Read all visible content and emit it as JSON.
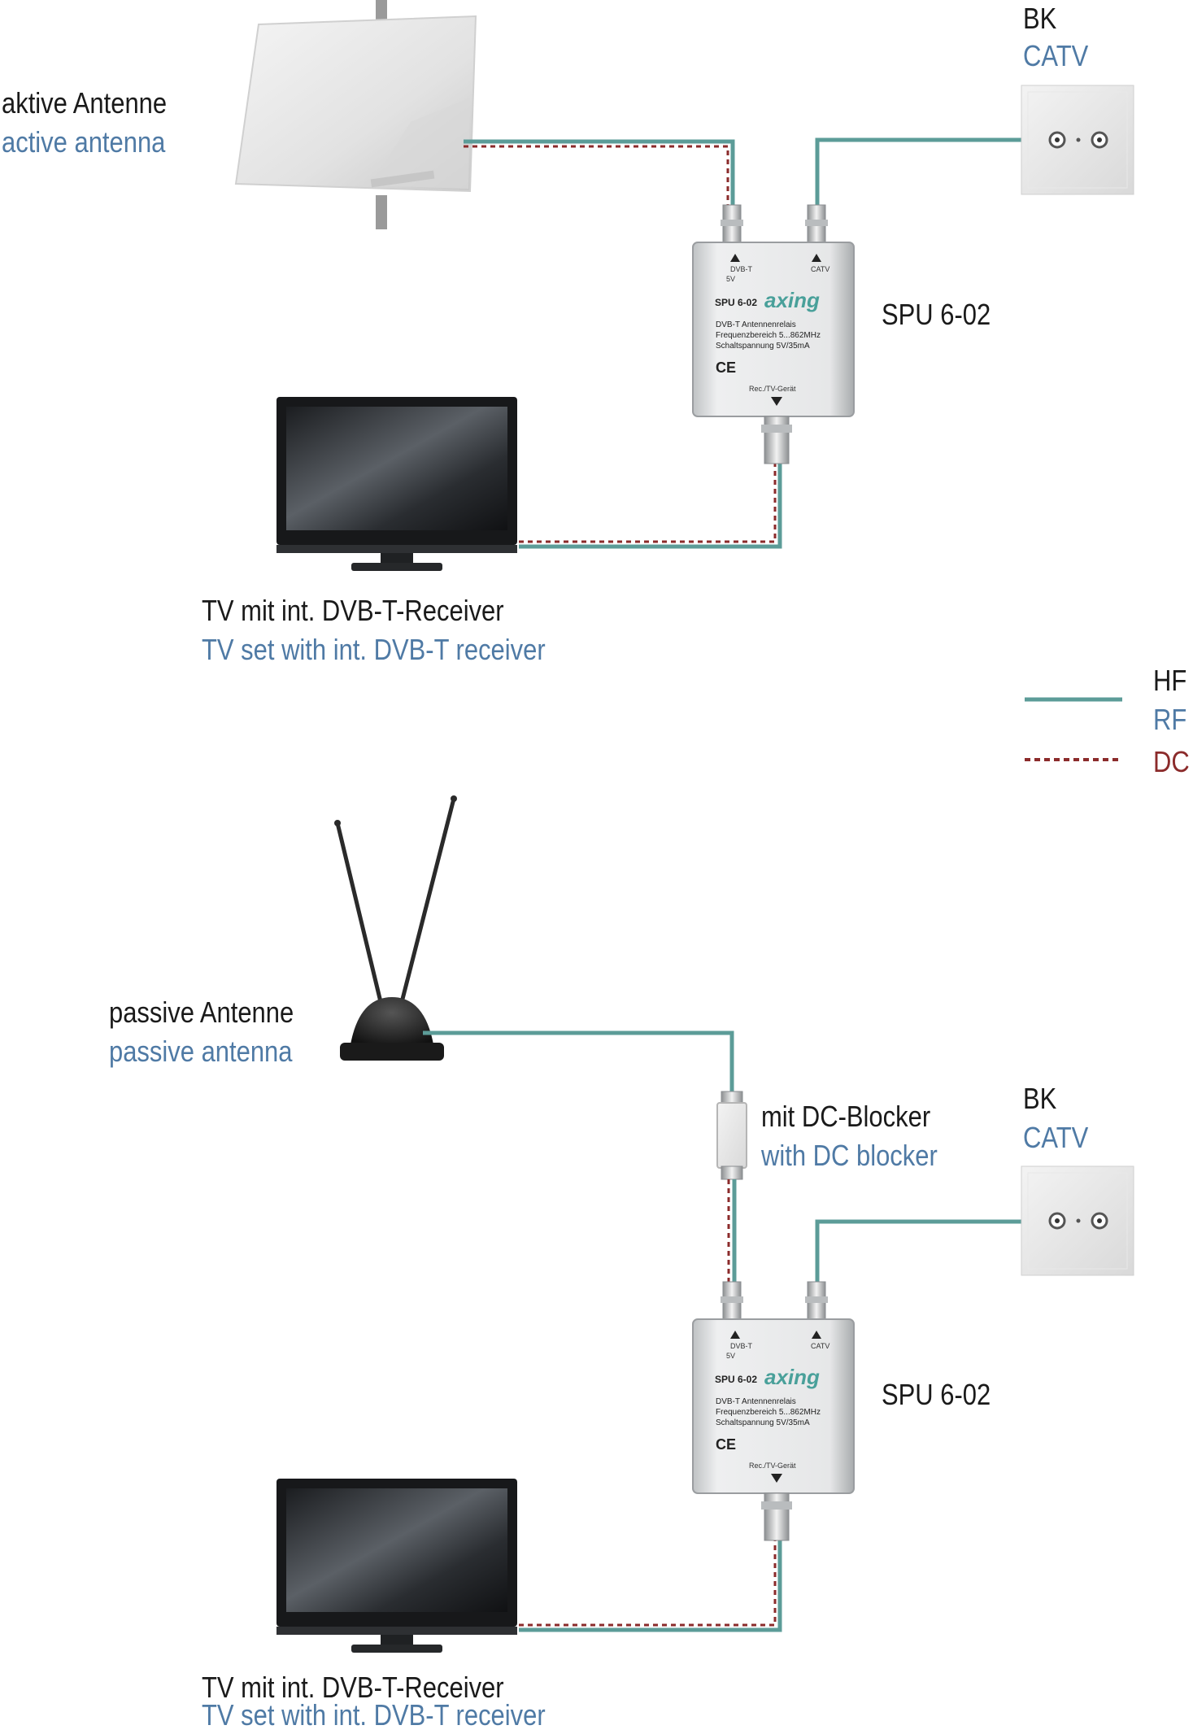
{
  "top": {
    "antenna": {
      "de": "aktive Antenne",
      "en": "active antenna"
    },
    "wall_socket": {
      "de": "BK",
      "en": "CATV"
    },
    "device_name": "SPU 6-02",
    "tv": {
      "de": "TV mit int. DVB-T-Receiver",
      "en": "TV set with int. DVB-T receiver"
    }
  },
  "legend": {
    "hf": {
      "de": "HF",
      "en": "RF",
      "color": "#5c9c98"
    },
    "dc": {
      "label": "DC",
      "color": "#8b2b2b"
    }
  },
  "bottom": {
    "antenna": {
      "de": "passive Antenne",
      "en": "passive antenna"
    },
    "blocker": {
      "de": "mit DC-Blocker",
      "en": "with DC blocker"
    },
    "wall_socket": {
      "de": "BK",
      "en": "CATV"
    },
    "device_name": "SPU 6-02",
    "tv": {
      "de": "TV mit int. DVB-T-Receiver",
      "en": "TV set with int. DVB-T receiver"
    }
  },
  "device_print": {
    "port_left": "DVB-T",
    "port_left_sub": "5V",
    "port_right": "CATV",
    "model": "SPU 6-02",
    "brand": "axing",
    "line1": "DVB-T Antennenrelais",
    "line2": "Frequenzbereich 5...862MHz",
    "line3": "Schaltspannung 5V/35mA",
    "ce": "CE",
    "port_bottom": "Rec./TV-Gerät"
  }
}
